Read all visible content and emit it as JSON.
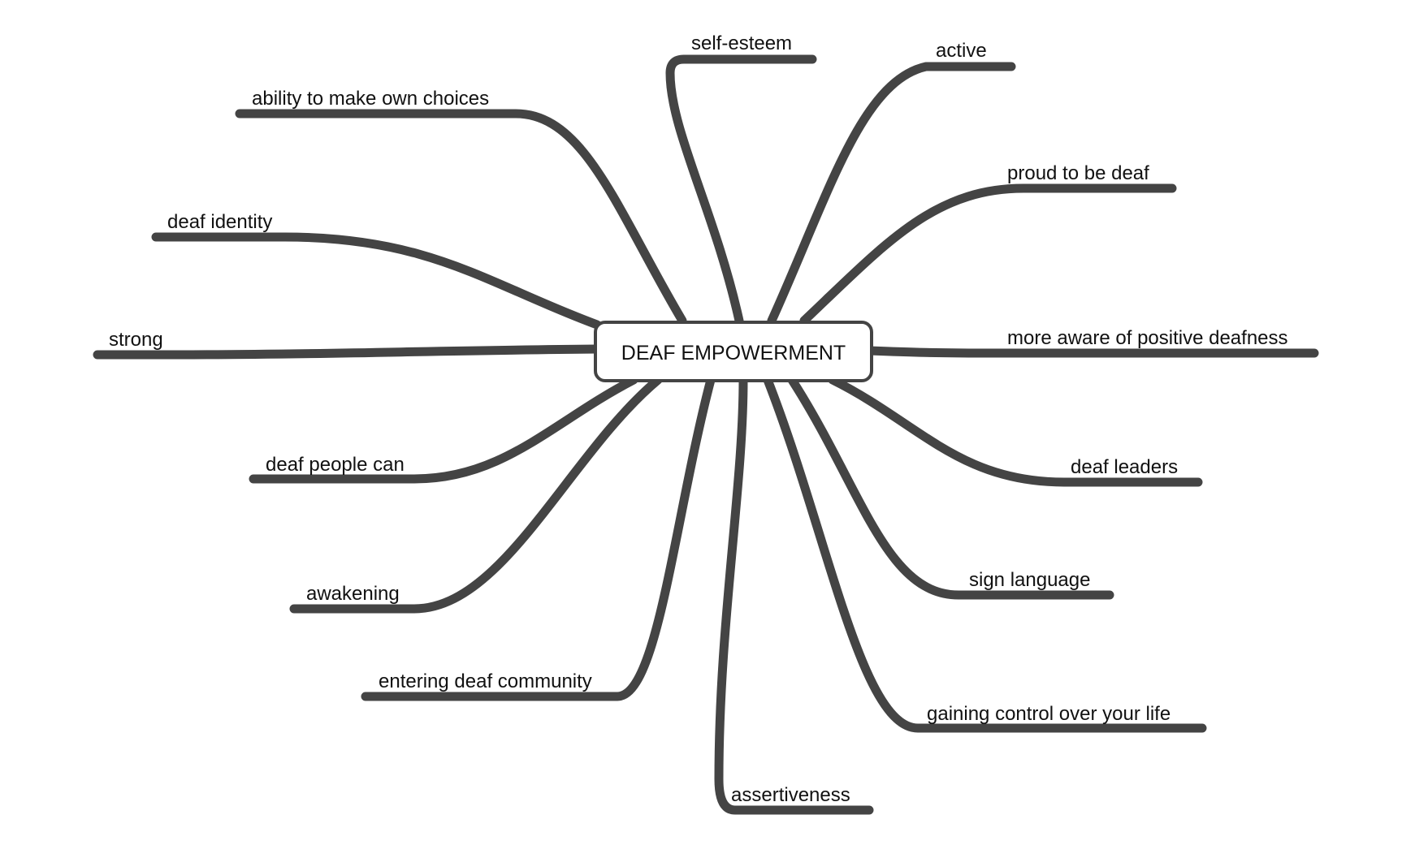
{
  "central_topic": "DEAF EMPOWERMENT",
  "branches": [
    {
      "id": "self-esteem",
      "label": "self-esteem"
    },
    {
      "id": "active",
      "label": "active"
    },
    {
      "id": "ability-to-make-own-choices",
      "label": "ability to make own choices"
    },
    {
      "id": "proud-to-be-deaf",
      "label": "proud to be deaf"
    },
    {
      "id": "deaf-identity",
      "label": "deaf identity"
    },
    {
      "id": "strong",
      "label": "strong"
    },
    {
      "id": "more-aware-of-positive-deafness",
      "label": "more aware of positive deafness"
    },
    {
      "id": "deaf-people-can",
      "label": "deaf people can"
    },
    {
      "id": "deaf-leaders",
      "label": "deaf leaders"
    },
    {
      "id": "awakening",
      "label": "awakening"
    },
    {
      "id": "sign-language",
      "label": "sign language"
    },
    {
      "id": "entering-deaf-community",
      "label": "entering deaf community"
    },
    {
      "id": "gaining-control-over-your-life",
      "label": "gaining control over your life"
    },
    {
      "id": "assertiveness",
      "label": "assertiveness"
    }
  ],
  "colors": {
    "line": "#444444",
    "text": "#111111",
    "background": "#ffffff"
  }
}
